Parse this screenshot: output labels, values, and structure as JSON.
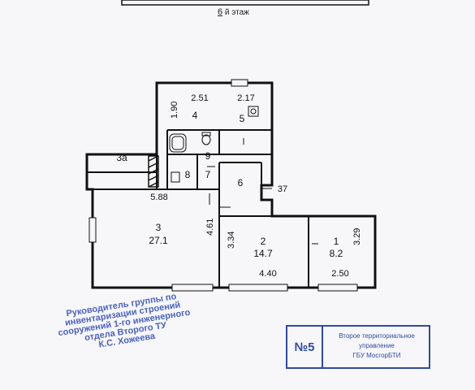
{
  "header": {
    "floor_number": "6",
    "floor_suffix": " й этаж"
  },
  "plan": {
    "rooms": [
      {
        "id": "1",
        "area": "8.2"
      },
      {
        "id": "2",
        "area": "14.7"
      },
      {
        "id": "3",
        "area": "27.1"
      },
      {
        "id": "3а",
        "area": ""
      },
      {
        "id": "4",
        "area": ""
      },
      {
        "id": "5",
        "area": ""
      },
      {
        "id": "6",
        "area": ""
      },
      {
        "id": "7",
        "area": ""
      },
      {
        "id": "8",
        "area": ""
      },
      {
        "id": "9",
        "area": ""
      }
    ],
    "dimensions": {
      "d_1_90": "1.90",
      "d_2_51": "2.51",
      "d_2_17": "2.17",
      "d_5_88": "5.88",
      "d_4_61": "4.61",
      "d_3_34": "3.34",
      "d_3_29": "3.29",
      "d_4_40": "4.40",
      "d_2_50": "2.50",
      "d_37": "37"
    }
  },
  "stamp": {
    "number": "№5",
    "line1": "Второе территориальное",
    "line2": "управление",
    "line3": "ГБУ МосгорБТИ"
  },
  "signature": {
    "line1": "Руководитель группы по",
    "line2": "инвентаризации строений",
    "line3": "сооружений 1-го инженерного",
    "line4": "отдела Второго ТУ",
    "line5": "К.С. Хожеева"
  },
  "colors": {
    "stamp_blue": "#2f4aa6",
    "signature_blue": "#4a62c0",
    "wall": "#111111"
  }
}
